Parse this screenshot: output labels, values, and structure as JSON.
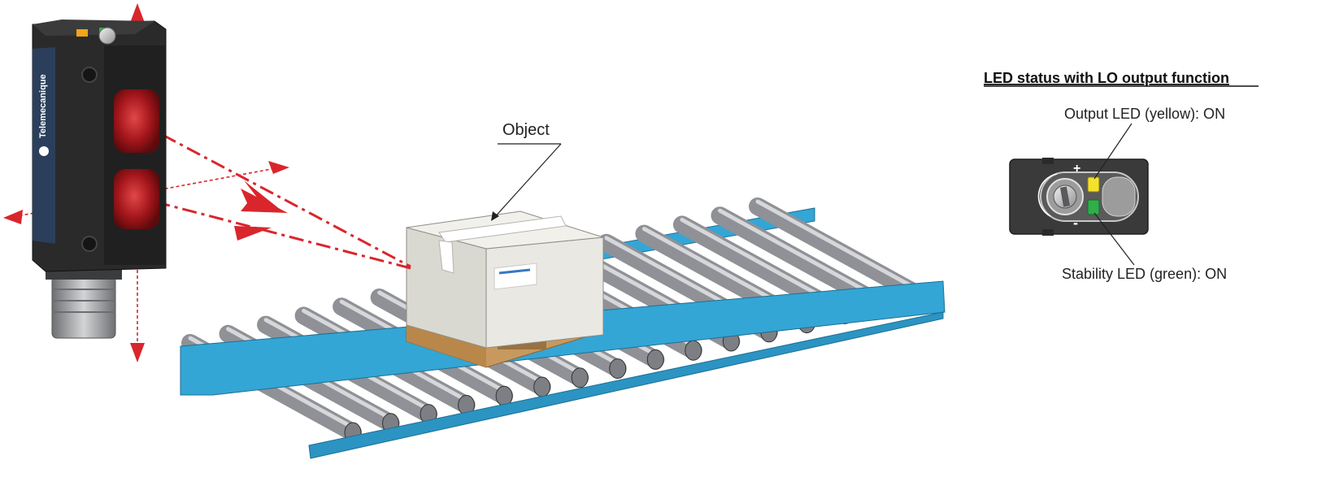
{
  "object_label": "Object",
  "sensor": {
    "brand": "Telemecanique"
  },
  "led_panel": {
    "title": "LED status with LO output function",
    "output_led_label": "Output LED (yellow): ON",
    "stability_led_label": "Stability LED (green): ON",
    "plus_sign": "+",
    "minus_sign": "-"
  },
  "colors": {
    "beam": "#d9262c",
    "sensor_body": "#2a2a2a",
    "sensor_panel": "#2b3f5c",
    "conveyor_frame": "#33a6d6",
    "roller": "#9a9ca0",
    "box": "#e9e8e2",
    "pallet": "#c8995e",
    "led_yellow": "#f3e12c",
    "led_green": "#2fae4a"
  },
  "icons": {
    "sensor_lens": "red-lens",
    "adjust_knob": "adjust-screw-icon"
  }
}
